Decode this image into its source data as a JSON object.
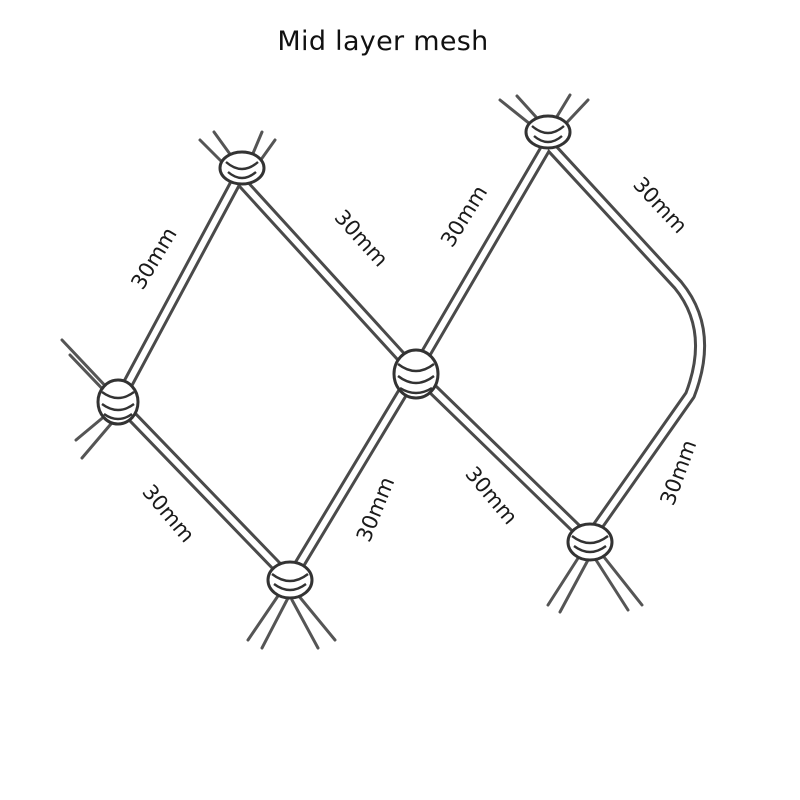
{
  "title": "Mid layer mesh",
  "colors": {
    "wire": "#4a4a4a",
    "text": "#111111",
    "background": "#ffffff"
  },
  "labels": {
    "upper_left_left": "30mm",
    "upper_left_right": "30mm",
    "upper_right_left": "30mm",
    "upper_right_right": "30mm",
    "lower_left_left": "30mm",
    "lower_left_right": "30mm",
    "lower_right_left": "30mm",
    "lower_right_right": "30mm"
  }
}
